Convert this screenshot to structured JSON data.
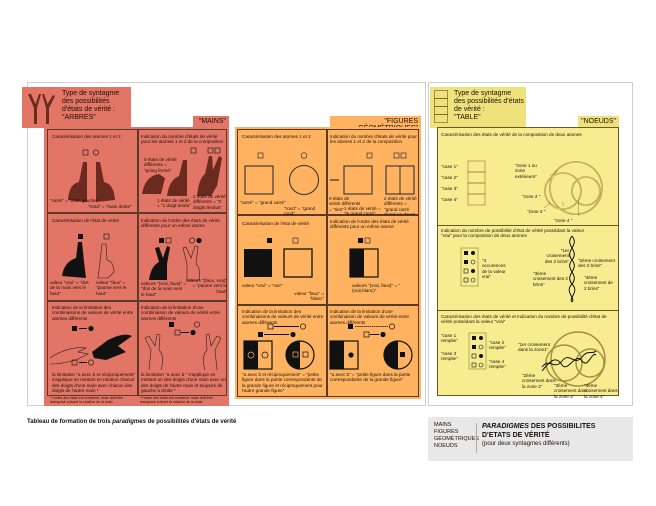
{
  "maains": null,
  "columns": [
    {
      "header": "Type de syntagme des possibilités d'états de vérité :",
      "type": "\"ARBRES\"",
      "label": "\"MAINS\"",
      "cells": {
        "c1_title": "Caractérisation des atomes 1 et 2",
        "c1_left": "\"carré\" = \"main gauche\"",
        "c1_right": "\"rond\" = \"main droite\"",
        "c2_title": "Indication du nombre d'états de vérité pour les atomes 1 et 2 de la composition",
        "c2_a": "0 états de vérité différents = \"poing fermé\"",
        "c2_b": "1 états de vérité = \"1 doigt tendu\"",
        "c2_c": "2 états de vérité différents = \"2 doigts tendus\"",
        "c3_title": "Caractérisation de l'état de vérité",
        "c3_a": "valeur \"vrai\" = \"dos de la main vers le haut\"",
        "c3_b": "valeur \"faux\" = \"paume vers le haut\"",
        "c4_title": "Indication de l'ordre des états de vérité différents pour un même atome",
        "c4_a": "valeurs \"(vrai, faux)\" = \"dos de la main vers le haut\"",
        "c4_b": "valeurs \"(faux, vrai)\" = \"paume vers le haut\"",
        "c5_title": "Indication de la limitation des combinaisons de valeurs de vérité entre atomes différents",
        "c5_text": "la limitation \"a avec b et réciproquement\" s'applique en mettant en relation chacun des doigts d'une main avec chacun des doigts de l'autre main *",
        "c6_title": "Indication de la limitation d'une combinaison de valeurs de vérité entre atomes différents",
        "c6_text": "la limitation \"a avec b \" s'applique en mettant un des doigts d'une main avec un des doigts de l'autre main et toujours de gauche à droite *",
        "foot": "* l'ordre des états est conservé, mais doit être transposé suivant la rotation de la main"
      }
    },
    {
      "label": "\"FIGURES GÉOMÉTRIQUES\"",
      "cells": {
        "c1_title": "Caractérisation des atomes 1 et 2",
        "c1_left": "\"carré\" = \"grand carré\"",
        "c1_right": "\"rond\" = \"grand rond\"",
        "c2_title": "Indication du nombre d'états de vérité pour les atomes 1 et 2 de la composition",
        "c2_a": "0 états de vérité différents = \"rien\"",
        "c2_b": "1 états de vérité = \"le grand carré\"",
        "c2_c": "2 états de vérité différents = \"grand carré divisé en deux\"",
        "c3_title": "Caractérisation de l'état de vérité",
        "c3_a": "valeur \"vrai\" = \"noir\"",
        "c3_b": "valeur \"faux\" = \"blanc\"",
        "c4_title": "Indication de l'ordre des états de vérité différents pour un même atome",
        "c4_a": "valeurs \"(vrai, faux)\" = \"(noir,blanc)\"",
        "c5_title": "Indication de la limitation des combinaisons de valeurs de vérité entre atomes différents",
        "c5_text": "\"a avec b et réciproquement\" = \"petite figure dans la partie correspondante de la grande figure et réciproquement pour l'autre grande figure\"",
        "c6_title": "Indication de la limitation d'une combinaison de valeurs de vérité entre atomes différents",
        "c6_text": "\"a avec b\" = \"petite figure dans la partie correspondante de la grande figure\""
      }
    },
    {
      "header": "Type de syntagme des possibilités d'états de vérité :",
      "type": "\"TABLE\"",
      "label": "\"NOEUDS\"",
      "cells": {
        "c1_title": "Caractérisation des états de vérité de la composition de deux atomes",
        "cases": [
          "\"case 1\"",
          "\"case 2\"",
          "\"case 3\"",
          "\"case 4\""
        ],
        "zone1": "\"zone 1 ou zone extérieure\"",
        "zone2": "\"zone 2 \"",
        "zone3": "\"zone 3 \"",
        "zone4": "\"zone 4 \"",
        "c2_title": "Indication du nombre de possibilité d'état de vérité possédant la valeur \"vrai\" pour la composition de deux atomes",
        "occ": "\"4 occurences de la valeur vrai\"",
        "cr1": "\"1er croisement des 2 brins\"",
        "cr2": "\"2ème croisement des 2 brins\"",
        "cr3": "\"3ème croisement des 2 brins\"",
        "cr4": "\"4ème croisement de 2 brins\"",
        "c3_title": "Caractérisation des états de vérité et Indication du nombre de possibilité d'état de vérité possédant la valeur \"vrai\"",
        "rempli": [
          "\"case 1 remplie\"",
          "\"case 2 remplie\"",
          "\"case 3 remplie\"",
          "\"case 4 remplie\""
        ],
        "z1": "\"1er croisement dans la zone1\"",
        "z2": "\"2ème croisement dans la zone 2\"",
        "z3": "\"3ème croisement dans la zone 3\"",
        "z4": "\"4ème croisement dans la zone 4\""
      }
    }
  ],
  "caption_pre": "Tableau de formation de trois ",
  "caption_em": "paradigmes",
  "caption_post": " de possibilités d'états de vérité",
  "legend": {
    "items": [
      "MAINS",
      "FIGURES",
      "GÉOMÉTRIQUES",
      "NOEUDS"
    ],
    "title_em": "PARADIGMES",
    "title_rest": " DES POSSIBILITES",
    "title2": "D'ETATS DE VÉRITÉ",
    "sub": "(pour deux syntagmes différents)"
  },
  "colors": {
    "red": "#e27565",
    "orange": "#ffb360",
    "yellow": "#f8ec90"
  }
}
